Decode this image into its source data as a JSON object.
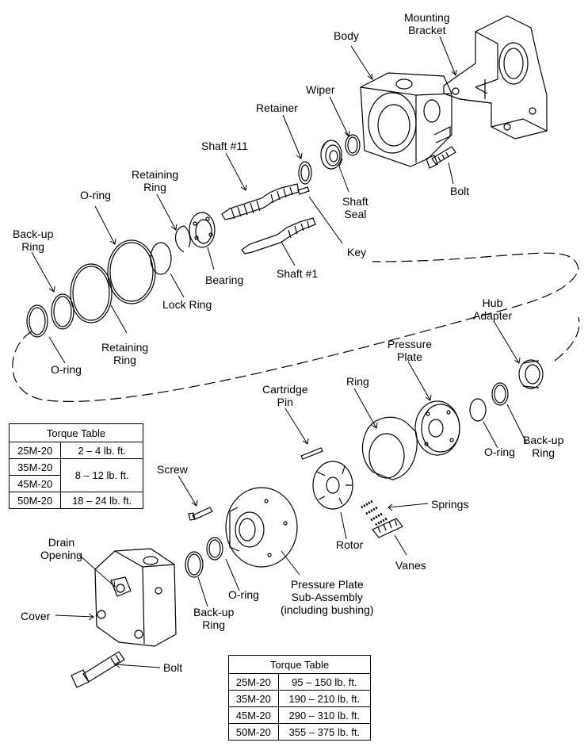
{
  "labels": {
    "mounting_bracket": [
      "Mounting",
      "Bracket"
    ],
    "body": [
      "Body"
    ],
    "wiper": [
      "Wiper"
    ],
    "retainer": [
      "Retainer"
    ],
    "shaft11": [
      "Shaft #11"
    ],
    "retaining_ring_top": [
      "Retaining",
      "Ring"
    ],
    "oring_top": [
      "O-ring"
    ],
    "backup_ring_top": [
      "Back-up",
      "Ring"
    ],
    "shaft_seal": [
      "Shaft",
      "Seal"
    ],
    "bolt_top": [
      "Bolt"
    ],
    "key": [
      "Key"
    ],
    "shaft1": [
      "Shaft #1"
    ],
    "bearing": [
      "Bearing"
    ],
    "lock_ring": [
      "Lock Ring"
    ],
    "retaining_ring_mid": [
      "Retaining",
      "Ring"
    ],
    "oring_left": [
      "O-ring"
    ],
    "hub_adapter": [
      "Hub",
      "Adapter"
    ],
    "pressure_plate": [
      "Pressure",
      "Plate"
    ],
    "cartridge_pin": [
      "Cartridge",
      "Pin"
    ],
    "ring": [
      "Ring"
    ],
    "oring_right": [
      "O-ring"
    ],
    "backup_ring_right": [
      "Back-up",
      "Ring"
    ],
    "screw": [
      "Screw"
    ],
    "springs": [
      "Springs"
    ],
    "rotor": [
      "Rotor"
    ],
    "vanes": [
      "Vanes"
    ],
    "drain_opening": [
      "Drain",
      "Opening"
    ],
    "cover": [
      "Cover"
    ],
    "oring_bottom": [
      "O-ring"
    ],
    "backup_ring_bottom": [
      "Back-up",
      "Ring"
    ],
    "pp_subassembly": [
      "Pressure Plate",
      "Sub-Assembly",
      "(including bushing)"
    ],
    "bolt_bottom": [
      "Bolt"
    ]
  },
  "torque_table_small": {
    "title": "Torque Table",
    "rows": [
      {
        "model": "25M-20",
        "value": "2 – 4 lb. ft."
      },
      {
        "model": "35M-20",
        "value": "8 – 12 lb. ft."
      },
      {
        "model": "45M-20",
        "value": ""
      },
      {
        "model": "50M-20",
        "value": "18 – 24 lb. ft."
      }
    ]
  },
  "torque_table_large": {
    "title": "Torque Table",
    "rows": [
      {
        "model": "25M-20",
        "value": "95 – 150 lb. ft."
      },
      {
        "model": "35M-20",
        "value": "190 – 210 lb. ft."
      },
      {
        "model": "45M-20",
        "value": "290 – 310 lb. ft."
      },
      {
        "model": "50M-20",
        "value": "355 – 375 lb. ft."
      }
    ]
  },
  "colors": {
    "line": "#000000",
    "background": "#ffffff"
  }
}
